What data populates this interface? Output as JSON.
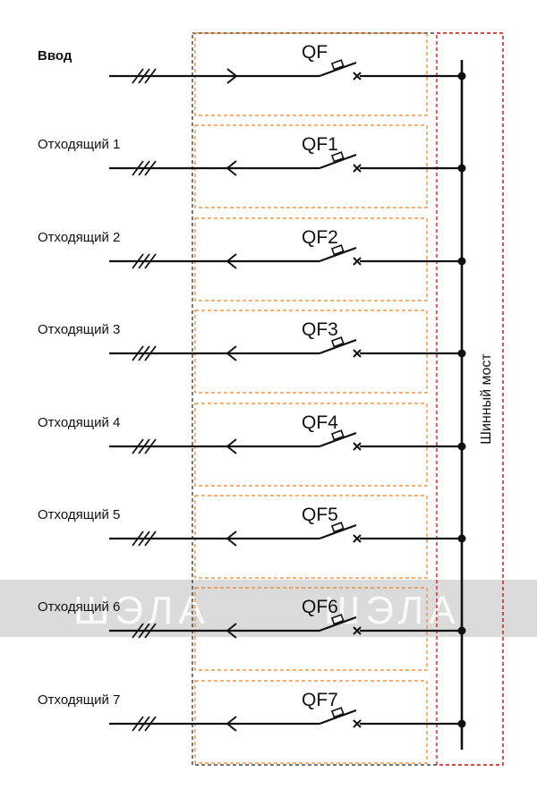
{
  "feeders": [
    {
      "label": "Ввод",
      "breaker": "QF",
      "kind": "input"
    },
    {
      "label": "Отходящий 1",
      "breaker": "QF1",
      "kind": "output"
    },
    {
      "label": "Отходящий 2",
      "breaker": "QF2",
      "kind": "output"
    },
    {
      "label": "Отходящий 3",
      "breaker": "QF3",
      "kind": "output"
    },
    {
      "label": "Отходящий 4",
      "breaker": "QF4",
      "kind": "output"
    },
    {
      "label": "Отходящий 5",
      "breaker": "QF5",
      "kind": "output"
    },
    {
      "label": "Отходящий 6",
      "breaker": "QF6",
      "kind": "output"
    },
    {
      "label": "Отходящий 7",
      "breaker": "QF7",
      "kind": "output"
    }
  ],
  "busbar": {
    "label": "Шинный мост"
  },
  "watermark": {
    "text": "ШЭЛА"
  },
  "colors": {
    "line": "#111111",
    "module_border": "#f08020",
    "bus_border": "#e02020",
    "cabinet_border": "#222222",
    "watermark_band": "#b8b8b8"
  },
  "icons": {
    "breaker": "circuit-breaker-icon",
    "plug": "plug-connector-icon",
    "phase": "three-phase-marks-icon",
    "node": "junction-dot-icon"
  }
}
